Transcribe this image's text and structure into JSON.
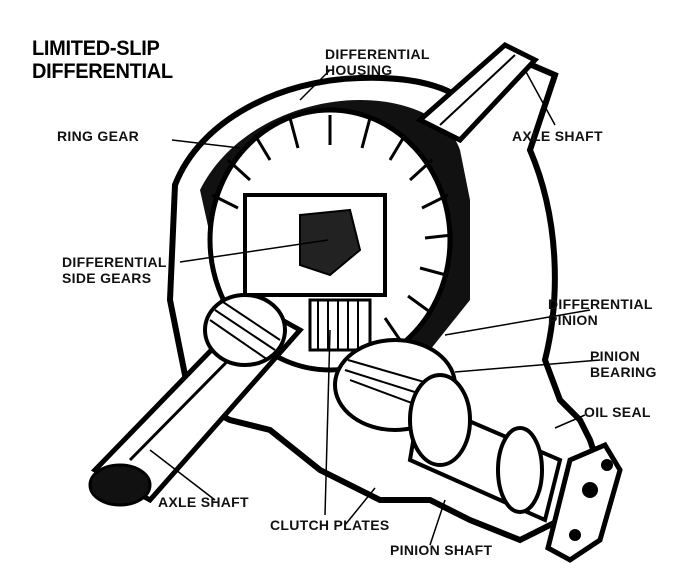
{
  "title": {
    "line1": "LIMITED-SLIP",
    "line2": "DIFFERENTIAL"
  },
  "labels": {
    "differential_housing": {
      "line1": "DIFFERENTIAL",
      "line2": "HOUSING"
    },
    "ring_gear": "RING GEAR",
    "axle_shaft_top": "AXLE SHAFT",
    "differential_side_gears": {
      "line1": "DIFFERENTIAL",
      "line2": "SIDE GEARS"
    },
    "differential_pinion": {
      "line1": "DIFFERENTIAL",
      "line2": "PINION"
    },
    "pinion_bearing": {
      "line1": "PINION",
      "line2": "BEARING"
    },
    "oil_seal": "OIL SEAL",
    "axle_shaft_bottom": "AXLE SHAFT",
    "clutch_plates": "CLUTCH PLATES",
    "pinion_shaft": "PINION SHAFT"
  },
  "colors": {
    "ink": "#111111",
    "paper": "#ffffff"
  }
}
